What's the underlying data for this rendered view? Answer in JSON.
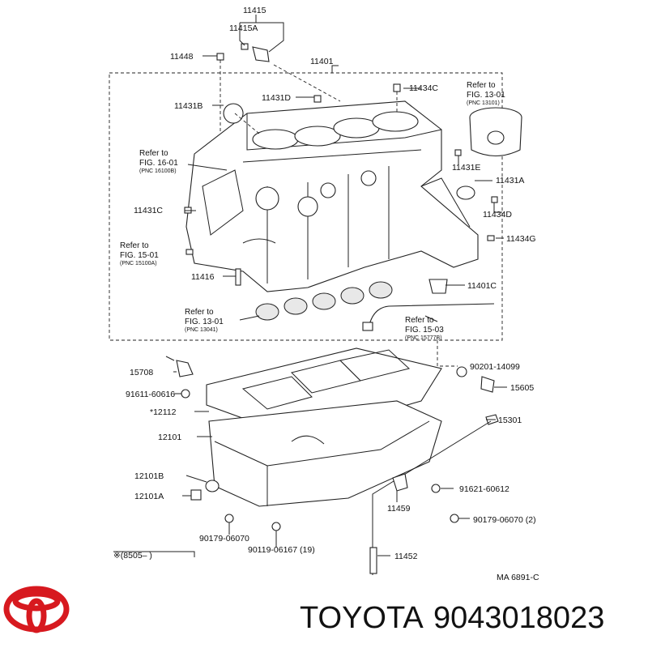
{
  "labels": {
    "p11415": "11415",
    "p11415a": "11415A",
    "p11448": "11448",
    "p11401": "11401",
    "p11434c": "11434C",
    "p11431b": "11431B",
    "p11431d": "11431D",
    "p11431e": "11431E",
    "p11431a": "11431A",
    "p11431c": "11431C",
    "p11434d": "11434D",
    "p11434g": "11434G",
    "p11416": "11416",
    "p11401c": "11401C",
    "p15708": "15708",
    "p90201": "90201-14099",
    "p91611": "91611-60616",
    "p15605": "15605",
    "p12112": "*12112",
    "p15301": "15301",
    "p12101": "12101",
    "p12101b": "12101B",
    "p12101a": "12101A",
    "p91621": "91621-60612",
    "p11459": "11459",
    "p90179a": "90179-06070",
    "p90179b": "90179-06070 (2)",
    "p90119": "90119-06167 (19)",
    "p11452": "11452",
    "p8505": "※(8505–       )",
    "ma": "MA 6891-C"
  },
  "refs": {
    "r1301": {
      "line1": "Refer to",
      "line2": "FIG. 13-01",
      "line3": "(PNC 13101)"
    },
    "r1601": {
      "line1": "Refer to",
      "line2": "FIG. 16-01",
      "line3": "(PNC 16100B)"
    },
    "r1501": {
      "line1": "Refer to",
      "line2": "FIG. 15-01",
      "line3": "(PNC 15100A)"
    },
    "r1301b": {
      "line1": "Refer to",
      "line2": "FIG. 13-01",
      "line3": "(PNC 13041)"
    },
    "r1503": {
      "line1": "Refer to",
      "line2": "FIG. 15-03",
      "line3": "(PNC 15777B)"
    }
  },
  "footer": {
    "brand": "TOYOTA",
    "part_number": "9043018023"
  },
  "colors": {
    "logo": "#d7191f",
    "ink": "#111111"
  }
}
